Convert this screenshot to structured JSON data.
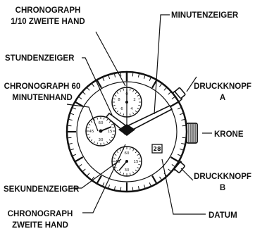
{
  "labels": {
    "chrono_tenth_line1": "CHRONOGRAPH",
    "chrono_tenth_line2": "1/10 ZWEITE HAND",
    "minutenzeiger": "MINUTENZEIGER",
    "stundenzeiger": "STUNDENZEIGER",
    "chrono_60_line1": "CHRONOGRAPH 60",
    "chrono_60_line2": "MINUTENHAND",
    "druckknopf_a_line1": "DRUCKKNOPF",
    "druckknopf_a_line2": "A",
    "krone": "KRONE",
    "sekundenzeiger": "SEKUNDENZEIGER",
    "druckknopf_b_line1": "DRUCKKNOPF",
    "druckknopf_b_line2": "B",
    "datum": "DATUM",
    "chrono_second_line1": "CHRONOGRAPH",
    "chrono_second_line2": "ZWEITE HAND"
  },
  "dial": {
    "date_value": "28",
    "top_subdial_numbers": [
      "0",
      "2",
      "4",
      "6",
      "8"
    ],
    "left_subdial_numbers": [
      "60",
      "15",
      "30",
      "45"
    ],
    "bottom_subdial_numbers": [
      "60",
      "15",
      "30",
      "45"
    ]
  },
  "colors": {
    "ink": "#111111",
    "dial_face": "#ffffff",
    "hand_fill": "#ffffff"
  }
}
